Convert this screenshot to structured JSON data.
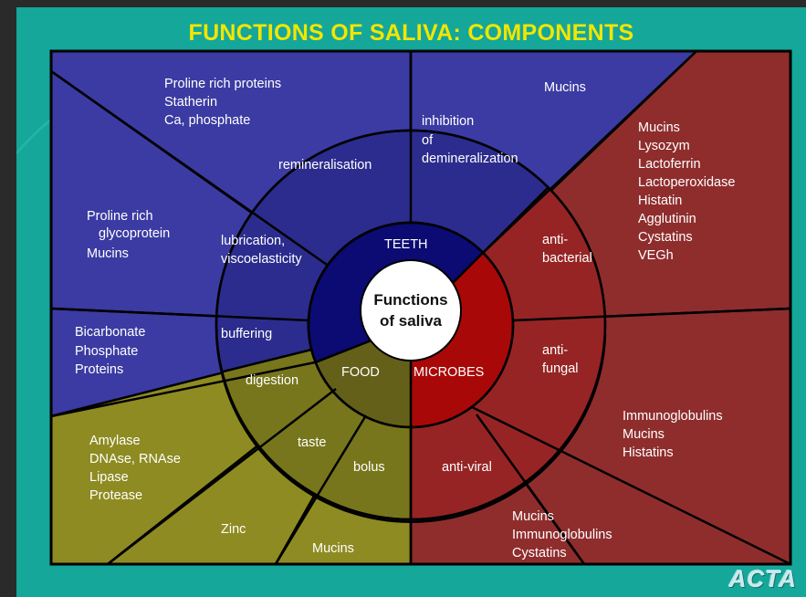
{
  "title": "FUNCTIONS OF SALIVA: COMPONENTS",
  "logo": "ACTA",
  "colors": {
    "background": "#14a79a",
    "title": "#f2e600",
    "teeth": "#3b3ba3",
    "teeth_ring": "#2c2c8e",
    "teeth_hub": "#0b0b73",
    "microbes": "#8f2d2d",
    "microbes_ring": "#962424",
    "microbes_hub": "#a90808",
    "food": "#8e8b22",
    "food_ring": "#77761c",
    "food_hub": "#64601a",
    "center": "#ffffff"
  },
  "center": {
    "line1": "Functions",
    "line2": "of saliva"
  },
  "hubs": {
    "teeth": "TEETH",
    "food": "FOOD",
    "microbes": "MICROBES"
  },
  "functions": {
    "remineralisation": "remineralisation",
    "inhibition": [
      "inhibition",
      "of",
      "demineralization"
    ],
    "lubrication": [
      "lubrication,",
      "viscoelasticity"
    ],
    "buffering": "buffering",
    "digestion": "digestion",
    "taste": "taste",
    "bolus": "bolus",
    "antibacterial": [
      "anti-",
      "bacterial"
    ],
    "antifungal": [
      "anti-",
      "fungal"
    ],
    "antiviral": "anti-viral"
  },
  "components": {
    "remineralisation": [
      "Proline rich proteins",
      "Statherin",
      "Ca, phosphate"
    ],
    "inhibition": [
      "Mucins"
    ],
    "lubrication": [
      "Proline rich",
      "glycoprotein",
      "Mucins"
    ],
    "buffering": [
      "Bicarbonate",
      "Phosphate",
      "Proteins"
    ],
    "digestion": [
      "Amylase",
      "DNAse, RNAse",
      "Lipase",
      "Protease"
    ],
    "taste": [
      "Zinc"
    ],
    "bolus": [
      "Mucins"
    ],
    "antibacterial": [
      "Mucins",
      "Lysozym",
      "Lactoferrin",
      "Lactoperoxidase",
      "Histatin",
      "Agglutinin",
      "Cystatins",
      "VEGh"
    ],
    "antifungal": [
      "Immunoglobulins",
      "Mucins",
      "Histatins"
    ],
    "antiviral": [
      "Mucins",
      "Immunoglobulins",
      "Cystatins"
    ]
  }
}
